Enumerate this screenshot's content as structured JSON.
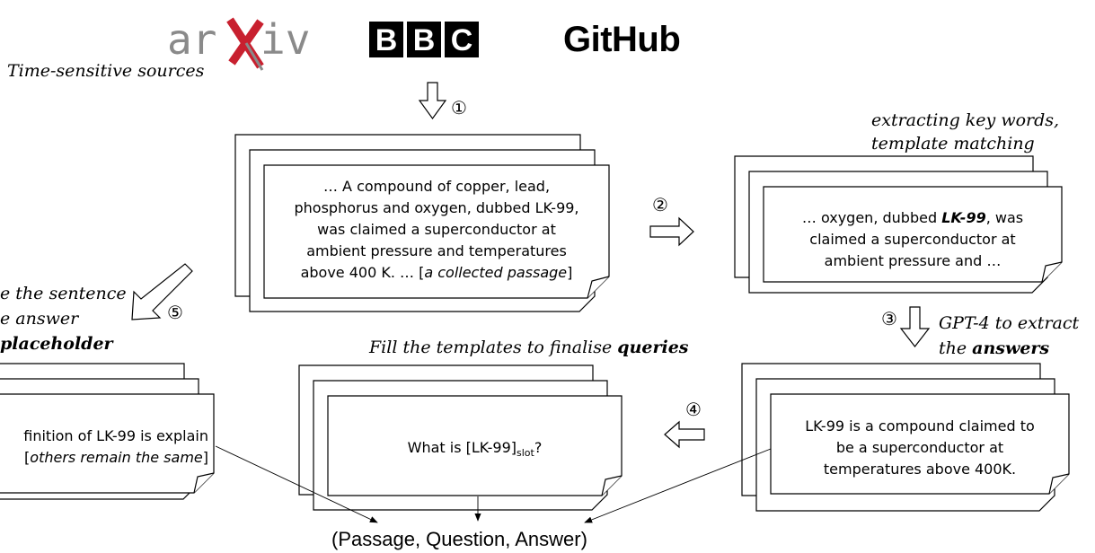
{
  "logos": {
    "arxiv": "arXiv",
    "bbc": [
      "B",
      "B",
      "C"
    ],
    "github": "GitHub"
  },
  "sources_label": "Time-sensitive sources",
  "steps": {
    "s1": "①",
    "s2": "②",
    "s3": "③",
    "s4": "④",
    "s5": "⑤"
  },
  "step2_label": {
    "line1": "extracting key words,",
    "line2": "template matching"
  },
  "step3_label": {
    "line1": "GPT-4 to extract",
    "line2_prefix": "the ",
    "line2_bold": "answers"
  },
  "step4_label": {
    "prefix": "Fill the templates to finalise ",
    "bold": "queries"
  },
  "step5_label": {
    "line1": "e the sentence",
    "line2": "e answer",
    "line3": "placeholder"
  },
  "passage_card": {
    "line1": "… A compound of copper, lead,",
    "line2": "phosphorus and oxygen, dubbed LK-99,",
    "line3": "was claimed a superconductor at",
    "line4": "ambient pressure and temperatures",
    "line5_prefix": "above 400 K. … [",
    "line5_italic": "a collected passage",
    "line5_suffix": "]"
  },
  "keyword_card": {
    "line1_prefix": "… oxygen, dubbed ",
    "line1_bold": "LK-99",
    "line1_suffix": ", was",
    "line2": "claimed a superconductor at",
    "line3": "ambient pressure and …"
  },
  "answer_card": {
    "line1": "LK-99 is a compound claimed to",
    "line2": "be a superconductor at",
    "line3": "temperatures above 400K."
  },
  "query_card": {
    "prefix": "What is [LK-99]",
    "subscript": "slot",
    "suffix": "?"
  },
  "context_card": {
    "line1": "finition of LK-99 is explain",
    "line2_prefix": "[",
    "line2_italic": "others remain the same",
    "line2_suffix": "]"
  },
  "output_label": "(Passage, Question, Answer)",
  "colors": {
    "arxiv_x": "#c8202f",
    "arxiv_text": "#8a8a8a"
  }
}
